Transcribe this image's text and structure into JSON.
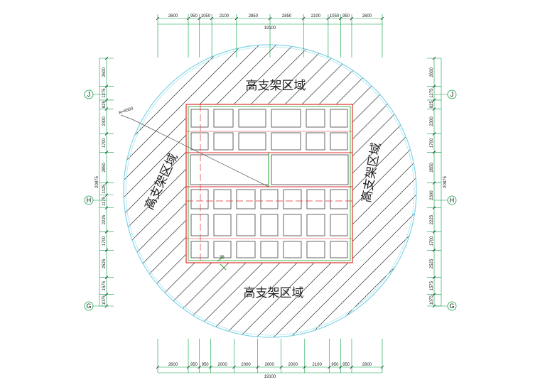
{
  "colors": {
    "dimension": "#00a040",
    "circle": "#7fd4e6",
    "hatch": "#333333",
    "red": "#e03030",
    "green": "#20a020",
    "gray": "#555555",
    "text": "#222222",
    "axis_bubble": "#00a040"
  },
  "top_dims": {
    "total": "19100",
    "segments": [
      "2600",
      "950",
      "1050",
      "2100",
      "2850",
      "2850",
      "2100",
      "1050",
      "950",
      "2600"
    ],
    "values": [
      2600,
      950,
      1050,
      2100,
      2850,
      2850,
      2100,
      1050,
      950,
      2600
    ]
  },
  "bottom_dims": {
    "total": "19100",
    "segments": [
      "2600",
      "950",
      "950",
      "2000",
      "2000",
      "2000",
      "2000",
      "2100",
      "950",
      "950",
      "2600"
    ],
    "values": [
      2600,
      950,
      950,
      2000,
      2000,
      2000,
      2000,
      2100,
      950,
      950,
      2600
    ]
  },
  "left_dims": {
    "total": "20875",
    "segments": [
      "2600",
      "1275",
      "825",
      "2300",
      "1700",
      "2850",
      "1125",
      "1175",
      "2225",
      "1700",
      "2525",
      "1575",
      "1075"
    ],
    "values": [
      2600,
      1275,
      825,
      2300,
      1700,
      2850,
      1125,
      1175,
      2225,
      1700,
      2525,
      1575,
      1075
    ]
  },
  "right_dims": {
    "total": "20875",
    "segments": [
      "2600",
      "1275",
      "825",
      "2300",
      "1700",
      "2850",
      "2300",
      "2225",
      "1700",
      "2525",
      "1575",
      "1075"
    ],
    "values": [
      2600,
      1275,
      825,
      2300,
      1700,
      2850,
      2300,
      2225,
      1700,
      2525,
      1575,
      1075
    ]
  },
  "axes": {
    "j": "J",
    "h": "H",
    "g": "G"
  },
  "zones": {
    "top": "高支架区域",
    "bottom": "高支架区域",
    "left": "高支架区域",
    "right": "高支架区域"
  },
  "small_labels": {
    "leader": "R≈5500",
    "marker": "35"
  }
}
